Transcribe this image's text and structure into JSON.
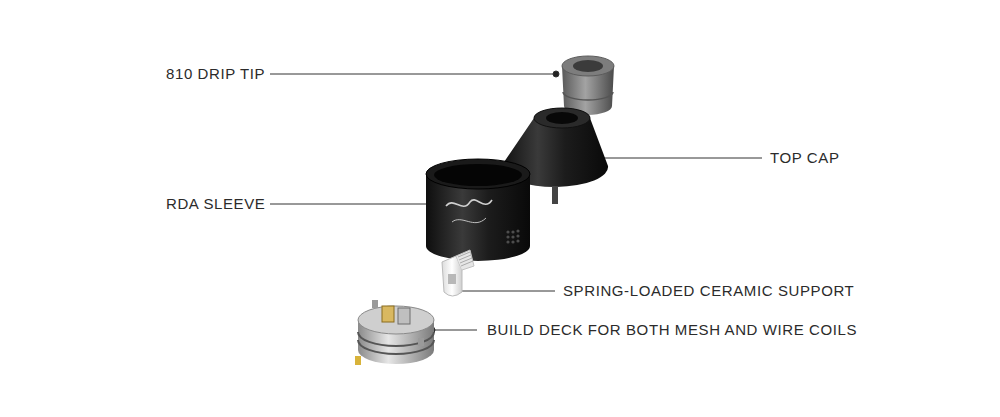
{
  "diagram": {
    "labels": [
      "810 DRIP TIP",
      "TOP CAP",
      "RDA SLEEVE",
      "SPRING-LOADED CERAMIC SUPPORT",
      "BUILD DECK FOR BOTH MESH AND WIRE COILS"
    ]
  }
}
